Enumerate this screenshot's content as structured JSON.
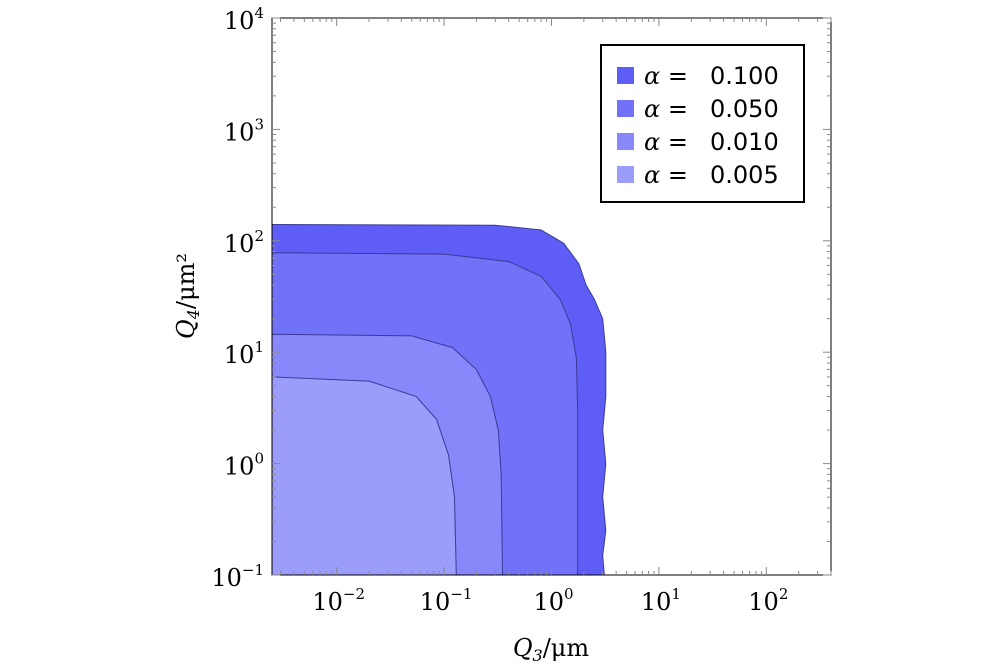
{
  "chart_data": {
    "type": "area",
    "subtype": "contour",
    "xlabel": {
      "var": "Q",
      "sub": "3",
      "unit": "/μm"
    },
    "ylabel": {
      "var": "Q",
      "sub": "4",
      "unit": "/μm²"
    },
    "xscale": "log",
    "yscale": "log",
    "xlim": [
      0.0025,
      400
    ],
    "ylim": [
      0.1,
      10000
    ],
    "x_ticks": [
      {
        "base": "10",
        "exp": "−2",
        "value": 0.01
      },
      {
        "base": "10",
        "exp": "−1",
        "value": 0.1
      },
      {
        "base": "10",
        "exp": "0",
        "value": 1
      },
      {
        "base": "10",
        "exp": "1",
        "value": 10
      },
      {
        "base": "10",
        "exp": "2",
        "value": 100
      }
    ],
    "y_ticks": [
      {
        "base": "10",
        "exp": "−1",
        "value": 0.1
      },
      {
        "base": "10",
        "exp": "0",
        "value": 1
      },
      {
        "base": "10",
        "exp": "1",
        "value": 10
      },
      {
        "base": "10",
        "exp": "2",
        "value": 100
      },
      {
        "base": "10",
        "exp": "3",
        "value": 1000
      },
      {
        "base": "10",
        "exp": "4",
        "value": 10000
      }
    ],
    "legend_position": "top-right",
    "grid": false,
    "series": [
      {
        "name": "α =  0.100",
        "alpha_symbol": "α",
        "alpha_value": "0.100",
        "color": "#5e5ef6",
        "boundary": [
          [
            0.0025,
            140
          ],
          [
            0.3,
            138
          ],
          [
            0.8,
            125
          ],
          [
            1.3,
            95
          ],
          [
            1.8,
            62
          ],
          [
            2.1,
            40
          ],
          [
            2.5,
            30
          ],
          [
            3.0,
            20
          ],
          [
            3.2,
            10
          ],
          [
            3.2,
            4
          ],
          [
            3.0,
            2
          ],
          [
            3.2,
            1
          ],
          [
            3.0,
            0.5
          ],
          [
            3.2,
            0.25
          ],
          [
            3.0,
            0.15
          ],
          [
            3.1,
            0.1
          ]
        ]
      },
      {
        "name": "α =  0.050",
        "alpha_symbol": "α",
        "alpha_value": "0.050",
        "color": "#7272f8",
        "boundary": [
          [
            0.0025,
            78
          ],
          [
            0.1,
            76
          ],
          [
            0.4,
            65
          ],
          [
            0.8,
            48
          ],
          [
            1.2,
            30
          ],
          [
            1.5,
            18
          ],
          [
            1.7,
            9
          ],
          [
            1.75,
            3
          ],
          [
            1.75,
            0.1
          ]
        ]
      },
      {
        "name": "α =  0.010",
        "alpha_symbol": "α",
        "alpha_value": "0.010",
        "color": "#8888fa",
        "boundary": [
          [
            0.0025,
            14.5
          ],
          [
            0.05,
            14
          ],
          [
            0.12,
            11
          ],
          [
            0.2,
            7
          ],
          [
            0.27,
            4
          ],
          [
            0.32,
            2
          ],
          [
            0.34,
            0.8
          ],
          [
            0.35,
            0.1
          ]
        ]
      },
      {
        "name": "α =  0.005",
        "alpha_symbol": "α",
        "alpha_value": "0.005",
        "color": "#9c9cfb",
        "boundary": [
          [
            0.0025,
            6
          ],
          [
            0.02,
            5.5
          ],
          [
            0.055,
            4
          ],
          [
            0.085,
            2.5
          ],
          [
            0.11,
            1.2
          ],
          [
            0.125,
            0.5
          ],
          [
            0.13,
            0.1
          ]
        ]
      }
    ]
  }
}
